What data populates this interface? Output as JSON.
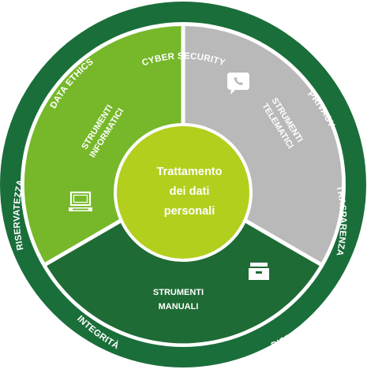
{
  "outer_ring": {
    "color": "#1a6e3a",
    "labels": {
      "top": "CYBER SECURITY",
      "top_right": "PRIVACY",
      "right": "TRASPARENZA",
      "bottom_right": "DISPONIBILITÀ",
      "bottom": "INTEGRITÀ",
      "left": "RISERVATEZZA",
      "top_left": "DATA ETHICS"
    }
  },
  "segments": {
    "informatici": {
      "line1": "STRUMENTI",
      "line2": "INFORMATICI",
      "icon": "laptop-icon",
      "color": "#76b82a"
    },
    "telematici": {
      "line1": "STRUMENTI",
      "line2": "TELEMATICI",
      "icon": "phone-chat-icon",
      "color": "#b9b9b9"
    },
    "manuali": {
      "line1": "STRUMENTI",
      "line2": "MANUALI",
      "icon": "filing-box-icon",
      "color": "#1f6b35"
    }
  },
  "center": {
    "line1": "Trattamento",
    "line2": "dei dati",
    "line3": "personali",
    "color": "#b3cf1e"
  }
}
